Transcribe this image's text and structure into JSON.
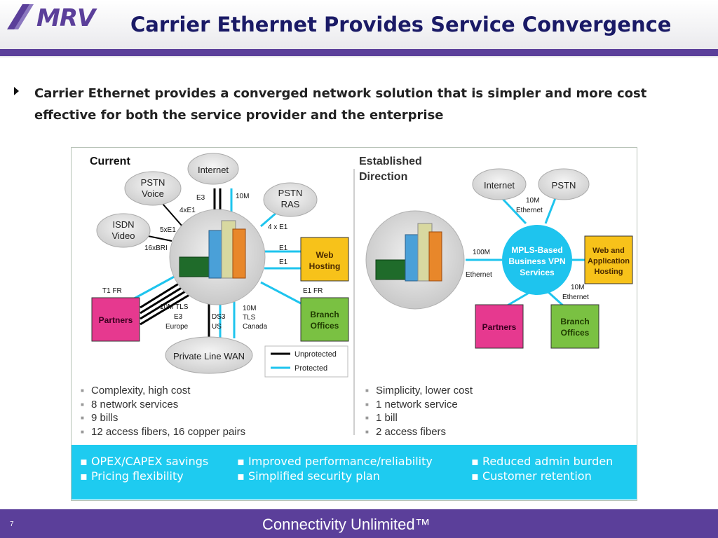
{
  "header": {
    "logo_text": "MRV",
    "title": "Carrier Ethernet Provides Service Convergence"
  },
  "bullet": {
    "text": "Carrier Ethernet provides a converged network solution that is simpler and more cost effective for both the service provider and the enterprise"
  },
  "current": {
    "heading": "Current",
    "clouds": {
      "internet": "Internet",
      "pstn_voice_1": "PSTN",
      "pstn_voice_2": "Voice",
      "pstn_ras_1": "PSTN",
      "pstn_ras_2": "RAS",
      "isdn_video_1": "ISDN",
      "isdn_video_2": "Video",
      "private_line_wan": "Private Line WAN"
    },
    "boxes": {
      "web_hosting_1": "Web",
      "web_hosting_2": "Hosting",
      "branch_offices_1": "Branch",
      "branch_offices_2": "Offices",
      "partners": "Partners"
    },
    "links": {
      "e3": "E3",
      "m10": "10M",
      "x4e1": "4xE1",
      "x5e1": "5xE1",
      "bri16": "16xBRI",
      "e1_4": "4 x E1",
      "e1_a": "E1",
      "e1_b": "E1",
      "e1_fr": "E1 FR",
      "t1_fr": "T1 FR",
      "tls_10m": "10M TLS",
      "e3_europe_1": "E3",
      "e3_europe_2": "Europe",
      "ds3_us_1": "DS3",
      "ds3_us_2": "US",
      "tls_canada_1": "10M",
      "tls_canada_2": "TLS",
      "tls_canada_3": "Canada"
    },
    "legend": {
      "unprotected": "Unprotected",
      "protected": "Protected"
    },
    "list": [
      "Complexity, high cost",
      "8 network services",
      "9 bills",
      "12 access fibers, 16 copper pairs"
    ]
  },
  "established": {
    "heading_1": "Established",
    "heading_2": "Direction",
    "clouds": {
      "internet": "Internet",
      "pstn": "PSTN"
    },
    "hub": {
      "line1": "MPLS-Based",
      "line2": "Business VPN",
      "line3": "Services"
    },
    "boxes": {
      "web_app_1": "Web and",
      "web_app_2": "Application",
      "web_app_3": "Hosting",
      "partners": "Partners",
      "branch_1": "Branch",
      "branch_2": "Offices"
    },
    "links": {
      "eth10m_top_1": "10M",
      "eth10m_top_2": "Ethernet",
      "eth100m_1": "100M",
      "eth100m_2": "Ethernet",
      "eth10m_br_1": "10M",
      "eth10m_br_2": "Ethernet"
    },
    "list": [
      "Simplicity, lower cost",
      "1 network service",
      "1 bill",
      "2 access fibers"
    ]
  },
  "benefits": {
    "col1": [
      "OPEX/CAPEX savings",
      "Pricing flexibility"
    ],
    "col2": [
      "Improved performance/reliability",
      "Simplified security plan"
    ],
    "col3": [
      "Reduced admin burden",
      "Customer retention"
    ]
  },
  "footer": {
    "page_number": "7",
    "tagline": "Connectivity Unlimited™"
  },
  "colors": {
    "brand_purple": "#5b3f9a",
    "title_navy": "#1a1a66",
    "protected_line": "#1ec4ee",
    "web_box": "#f7c21a",
    "branch_box": "#7ac142",
    "partners_box": "#e6398f"
  }
}
